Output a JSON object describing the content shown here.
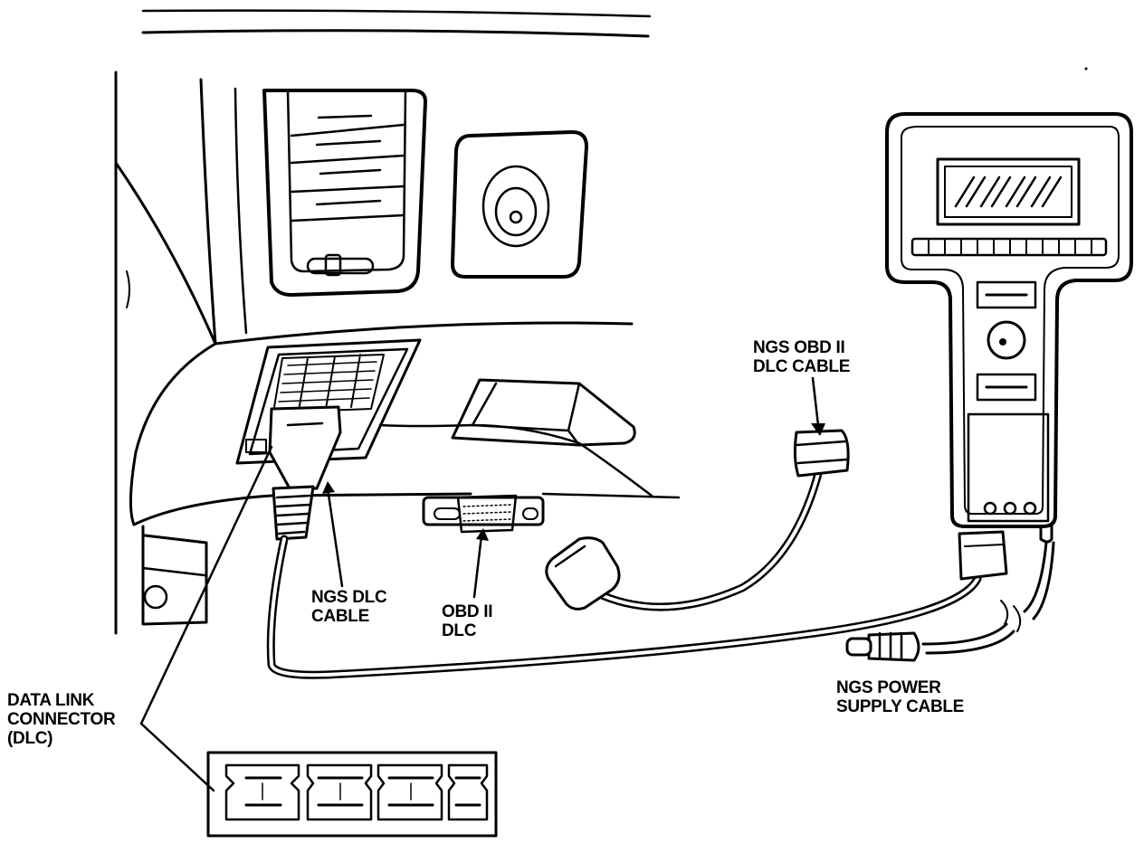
{
  "labels": {
    "obd_cable": [
      "NGS OBD II",
      "DLC CABLE"
    ],
    "ngs_dlc_cable": [
      "NGS DLC",
      "CABLE"
    ],
    "obd_dlc": [
      "OBD II",
      "DLC"
    ],
    "power_cable": [
      "NGS POWER",
      "SUPPLY CABLE"
    ],
    "data_link": [
      "DATA LINK",
      "CONNECTOR",
      "(DLC)"
    ]
  }
}
